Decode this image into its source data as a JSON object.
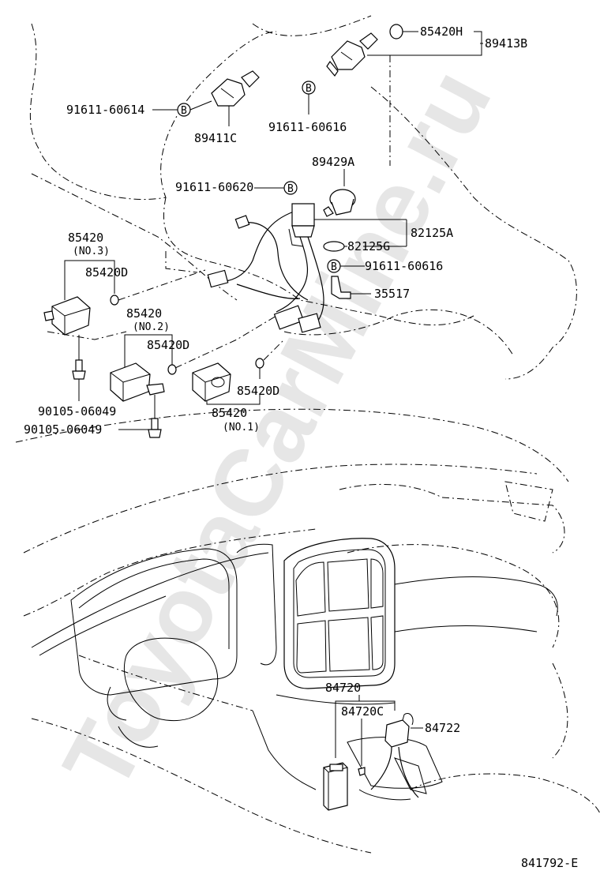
{
  "diagram_id": "841792-E",
  "watermark": "ToyotaCarMine.ru",
  "labels": {
    "p85420H": "85420H",
    "p89413B": "89413B",
    "p91611_60614": "91611-60614",
    "p91611_60616_top": "91611-60616",
    "p89411C": "89411C",
    "p89429A": "89429A",
    "p91611_60620": "91611-60620",
    "p82125A": "82125A",
    "p82125G": "82125G",
    "p91611_60616_mid": "91611-60616",
    "p35517": "35517",
    "p85420_no3": "85420",
    "no3": "(NO.3)",
    "p85420D_a": "85420D",
    "p85420_no2": "85420",
    "no2": "(NO.2)",
    "p85420D_b": "85420D",
    "p85420D_c": "85420D",
    "p85420_no1": "85420",
    "no1": "(NO.1)",
    "p90105_a": "90105-06049",
    "p90105_b": "90105-06049",
    "p84720": "84720",
    "p84720C": "84720C",
    "p84722": "84722",
    "b_mark": "B"
  },
  "icons": [
    "clip-b-icon",
    "washer-icon",
    "bolt-icon",
    "switch-icon",
    "sensor-icon",
    "harness-icon"
  ]
}
